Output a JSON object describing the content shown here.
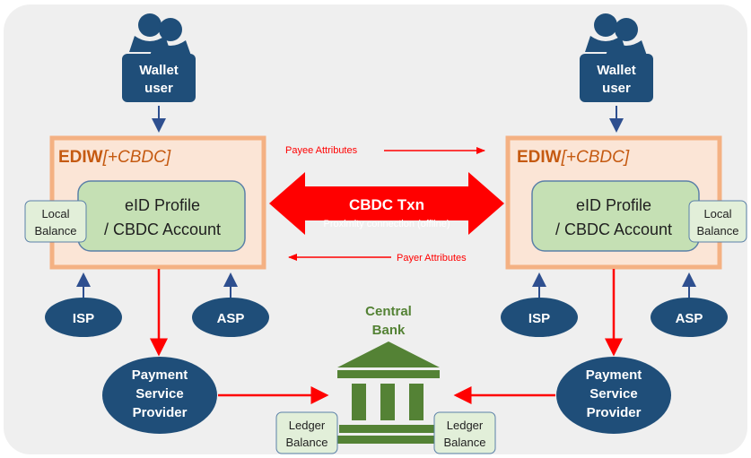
{
  "left": {
    "user": {
      "line1": "Wallet",
      "line2": "user"
    },
    "wallet": {
      "name": "EDIW",
      "suffix": "[+CBDC]"
    },
    "profile": {
      "line1": "eID Profile",
      "line2": "/ CBDC Account"
    },
    "balance": {
      "line1": "Local",
      "line2": "Balance"
    },
    "isp": "ISP",
    "asp": "ASP",
    "psp": {
      "line1": "Payment",
      "line2": "Service",
      "line3": "Provider"
    },
    "ledger": {
      "line1": "Ledger",
      "line2": "Balance"
    }
  },
  "right": {
    "user": {
      "line1": "Wallet",
      "line2": "user"
    },
    "wallet": {
      "name": "EDIW",
      "suffix": "[+CBDC]"
    },
    "profile": {
      "line1": "eID Profile",
      "line2": "/ CBDC Account"
    },
    "balance": {
      "line1": "Local",
      "line2": "Balance"
    },
    "isp": "ISP",
    "asp": "ASP",
    "psp": {
      "line1": "Payment",
      "line2": "Service",
      "line3": "Provider"
    },
    "ledger": {
      "line1": "Ledger",
      "line2": "Balance"
    }
  },
  "transaction": {
    "label": "CBDC Txn",
    "sublabel": "Proximity connection (offline)",
    "payee_attributes": "Payee Attributes",
    "payer_attributes": "Payer Attributes"
  },
  "central_bank": {
    "line1": "Central",
    "line2": "Bank"
  },
  "colors": {
    "background": "#efefef",
    "navy": "#1f4e79",
    "wallet_frame": "#f4b183",
    "wallet_fill": "#fbe5d6",
    "wallet_title": "#c55a11",
    "profile_fill": "#c5e0b4",
    "profile_stroke": "#5b80a8",
    "arrow_red": "#ff0000",
    "arrow_blue": "#2e4f8f",
    "bank_green": "#548235"
  }
}
